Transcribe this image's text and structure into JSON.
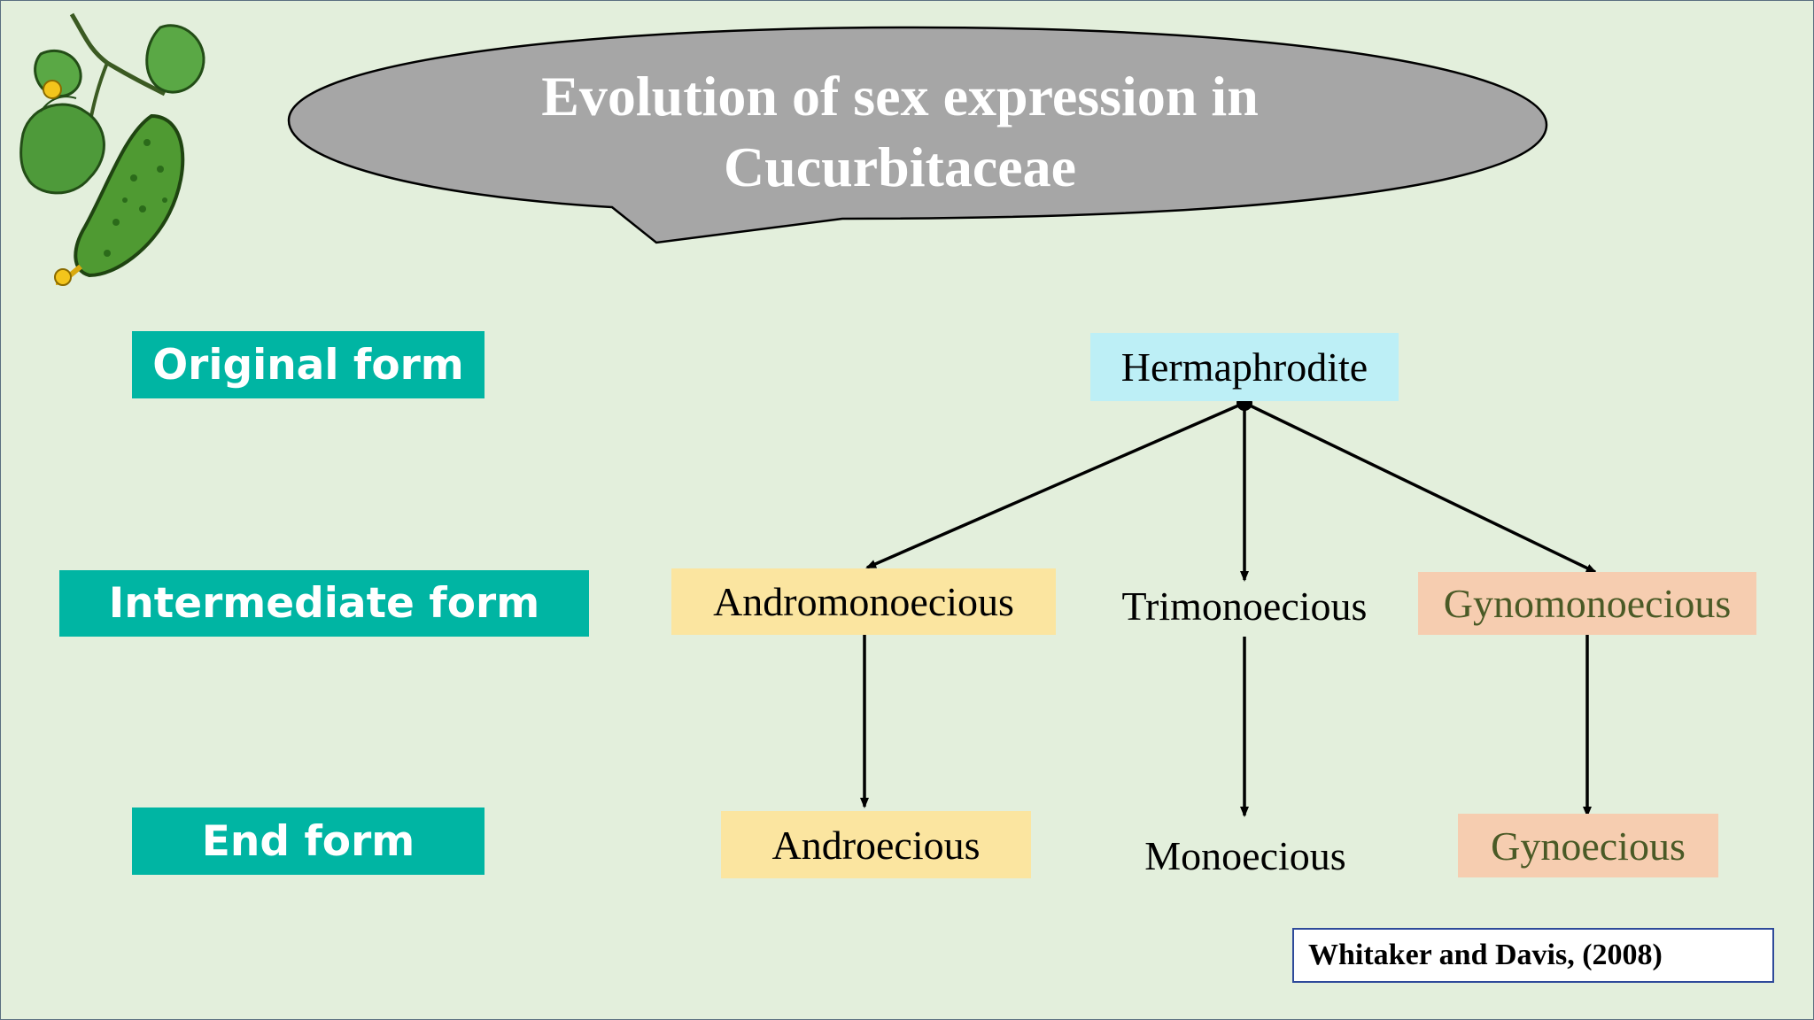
{
  "title": {
    "line1": "Evolution of sex expression in",
    "line2": "Cucurbitaceae"
  },
  "levels": {
    "original": "Original form",
    "intermediate": "Intermediate form",
    "end": "End form"
  },
  "nodes": {
    "hermaphrodite": "Hermaphrodite",
    "andromonoecious": "Andromonoecious",
    "trimonoecious": "Trimonoecious",
    "gynomonoecious": "Gynomonoecious",
    "androecious": "Androecious",
    "monoecious": "Monoecious",
    "gynoecious": "Gynoecious"
  },
  "citation": "Whitaker and Davis, (2008)",
  "decoration": {
    "icon": "cucumber-plant-icon"
  },
  "colors": {
    "background": "#e3efdc",
    "level_box": "#00b5a3",
    "bubble": "#a6a6a6",
    "hermaphrodite_box": "#bdeff6",
    "andro_boxes": "#fbe5a0",
    "gyno_boxes": "#f6cdb0",
    "gyno_text": "#4a5a26"
  }
}
